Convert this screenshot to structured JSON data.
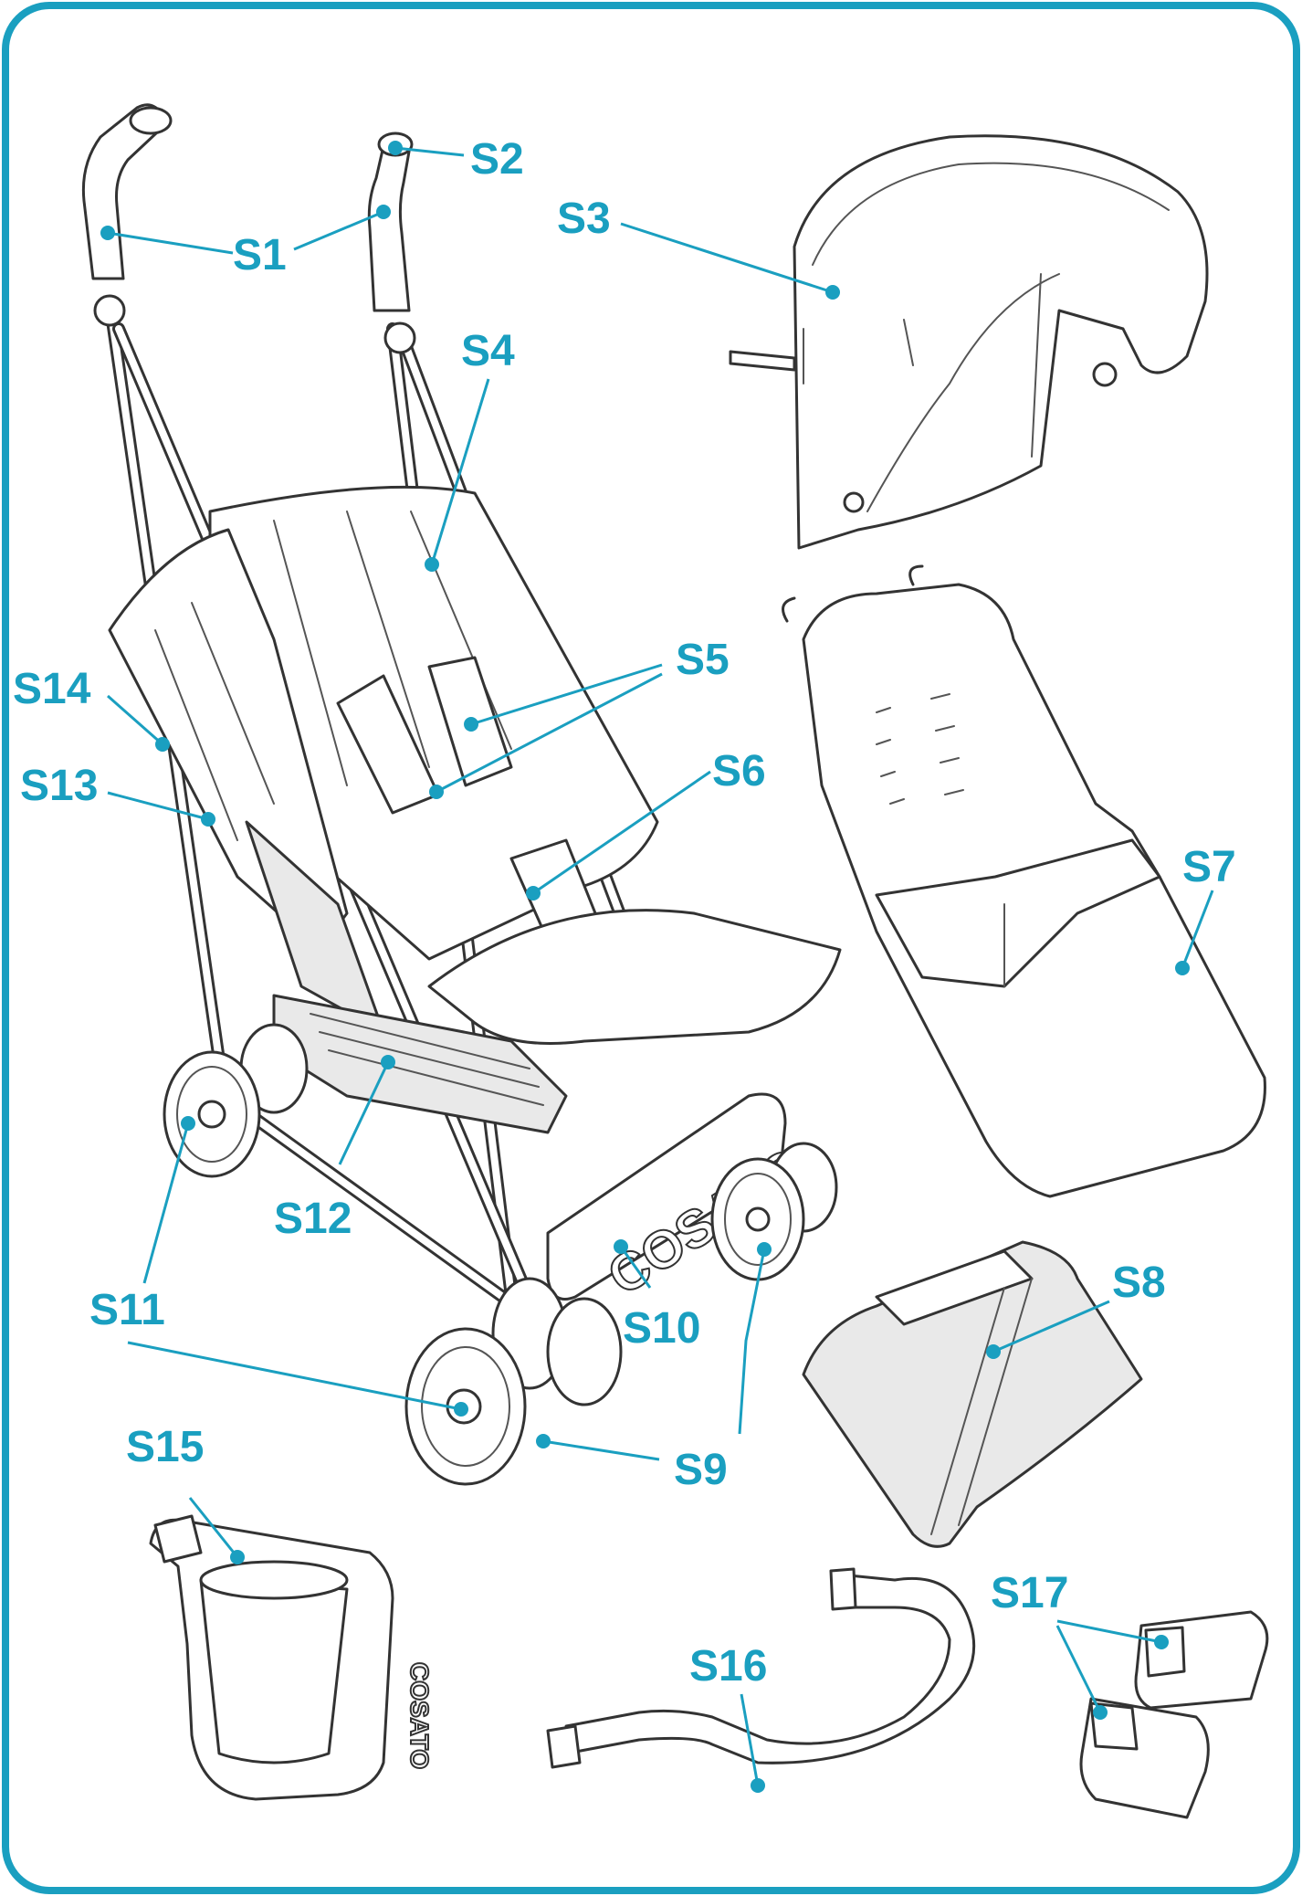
{
  "brand_text": "COSATO",
  "colors": {
    "accent": "#1a9fc0",
    "frame": "#1a9fc0",
    "line": "#333333"
  },
  "labels": [
    {
      "id": "S1",
      "text": "S1"
    },
    {
      "id": "S2",
      "text": "S2"
    },
    {
      "id": "S3",
      "text": "S3"
    },
    {
      "id": "S4",
      "text": "S4"
    },
    {
      "id": "S5",
      "text": "S5"
    },
    {
      "id": "S6",
      "text": "S6"
    },
    {
      "id": "S7",
      "text": "S7"
    },
    {
      "id": "S8",
      "text": "S8"
    },
    {
      "id": "S9",
      "text": "S9"
    },
    {
      "id": "S10",
      "text": "S10"
    },
    {
      "id": "S11",
      "text": "S11"
    },
    {
      "id": "S12",
      "text": "S12"
    },
    {
      "id": "S13",
      "text": "S13"
    },
    {
      "id": "S14",
      "text": "S14"
    },
    {
      "id": "S15",
      "text": "S15"
    },
    {
      "id": "S16",
      "text": "S16"
    },
    {
      "id": "S17",
      "text": "S17"
    }
  ]
}
